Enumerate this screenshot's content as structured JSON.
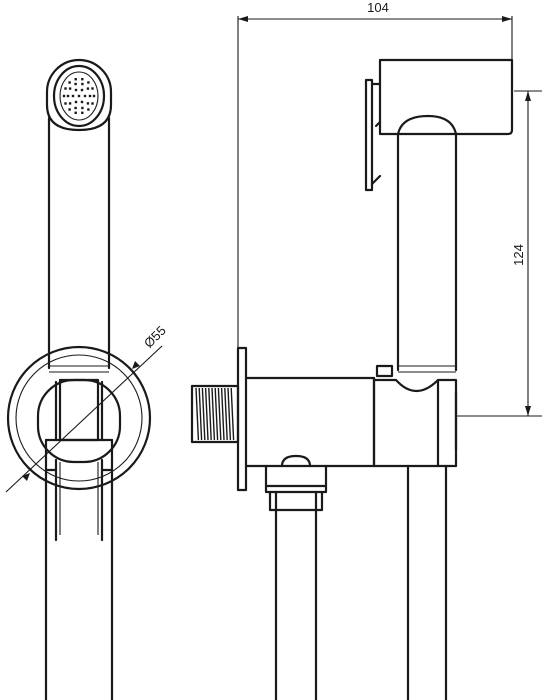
{
  "dimensions": {
    "width_label": "104",
    "height_label": "124",
    "diameter_label": "Ø55"
  }
}
